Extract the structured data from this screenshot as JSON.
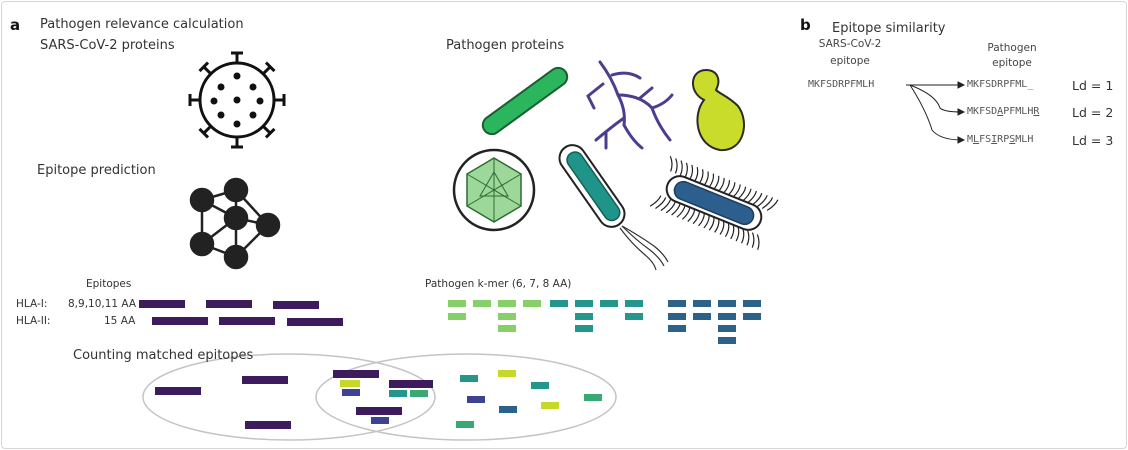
{
  "panel_a": {
    "label": "a",
    "title_line1": "Pathogen relevance calculation",
    "title_line2": "SARS-CoV-2 proteins",
    "epitope_prediction": "Epitope prediction",
    "pathogen_proteins": "Pathogen proteins",
    "epitopes_header": "Epitopes",
    "hla1_label": "HLA-I:",
    "hla1_lengths": "8,9,10,11 AA",
    "hla2_label": "HLA-II:",
    "hla2_lengths": "15 AA",
    "kmer_header": "Pathogen k-mer (6, 7, 8 AA)",
    "counting": "Counting matched epitopes"
  },
  "panel_b": {
    "label": "b",
    "title": "Epitope similarity",
    "source_header_line1": "SARS-CoV-2",
    "source_header_line2": "epitope",
    "target_header_line1": "Pathogen",
    "target_header_line2": "epitope",
    "source_sequence": "MKFSDRPFMLH",
    "targets": [
      {
        "sequence": "MKFSDRPFML_",
        "distance_label": "Ld = 1"
      },
      {
        "sequence": "MKFSDAPFMLHR",
        "distance_label": "Ld = 2"
      },
      {
        "sequence": "MLFSIRPSMLH",
        "distance_label": "Ld = 3"
      }
    ]
  },
  "colors": {
    "epitope": "#3d1c5e",
    "kmer_light": "#86cf69",
    "kmer_mid": "#24968b",
    "kmer_dark": "#2c6287",
    "overlap_yellow": "#c8d82a",
    "overlap_indigo": "#3e4292",
    "virus": "#111111",
    "rod_green": "#2bb55c",
    "fungus_purple": "#4a3f8e",
    "yeast_yellow": "#c9dc2b",
    "bacillus_teal": "#1f9489",
    "bacterium_blue": "#2c5e8e"
  },
  "icons": [
    "virus-icon",
    "neural-network-icon",
    "rod-bacterium-icon",
    "fungal-hyphae-icon",
    "yeast-icon",
    "icosahedral-virus-icon",
    "flagellated-bacillus-icon",
    "ciliated-bacterium-icon"
  ]
}
